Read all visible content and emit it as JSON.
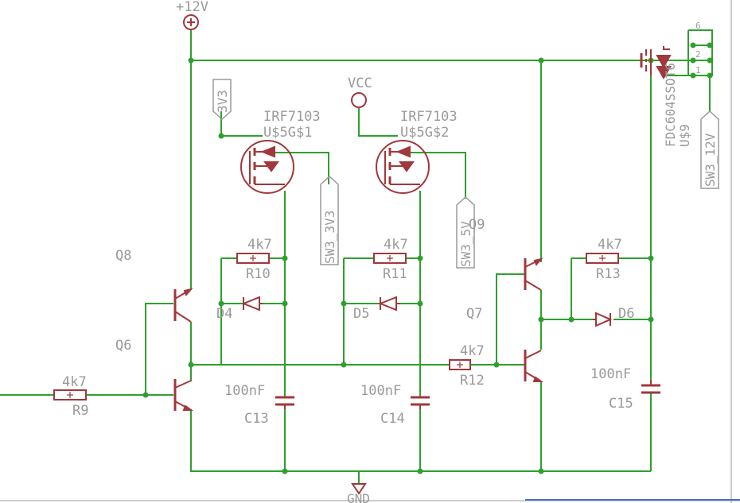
{
  "labels": {
    "power": "+12V",
    "vcc": "VCC",
    "gnd": "GND",
    "net_3v3": "3V3",
    "net_sw3_3v3": "SW3_3V3",
    "net_sw3_5v": "SW3_5V",
    "net_sw3_12v": "SW3_12V",
    "q1_value": "IRF7103",
    "q1_name": "U$5G$1",
    "q2_value": "IRF7103",
    "q2_name": "U$5G$2",
    "u9_value": "FDC604SSOT6",
    "u9_name": "U$9",
    "q8": "Q8",
    "q6": "Q6",
    "q7": "Q7",
    "q9": "Q9",
    "r9_value": "4k7",
    "r9_name": "R9",
    "r10_value": "4k7",
    "r10_name": "R10",
    "r11_value": "4k7",
    "r11_name": "R11",
    "r12_value": "4k7",
    "r12_name": "R12",
    "r13_value": "4k7",
    "r13_name": "R13",
    "d4": "D4",
    "d5": "D5",
    "d6": "D6",
    "c13_value": "100nF",
    "c13_name": "C13",
    "c14_value": "100nF",
    "c14_name": "C14",
    "c15_value": "100nF",
    "c15_name": "C15",
    "pin6": "6",
    "pin2": "2",
    "pin1": "1"
  },
  "colors": {
    "wire": "#2ea02e",
    "symbol": "#a0383c",
    "label": "#9a9a9a",
    "junction": "#2ea02e"
  }
}
